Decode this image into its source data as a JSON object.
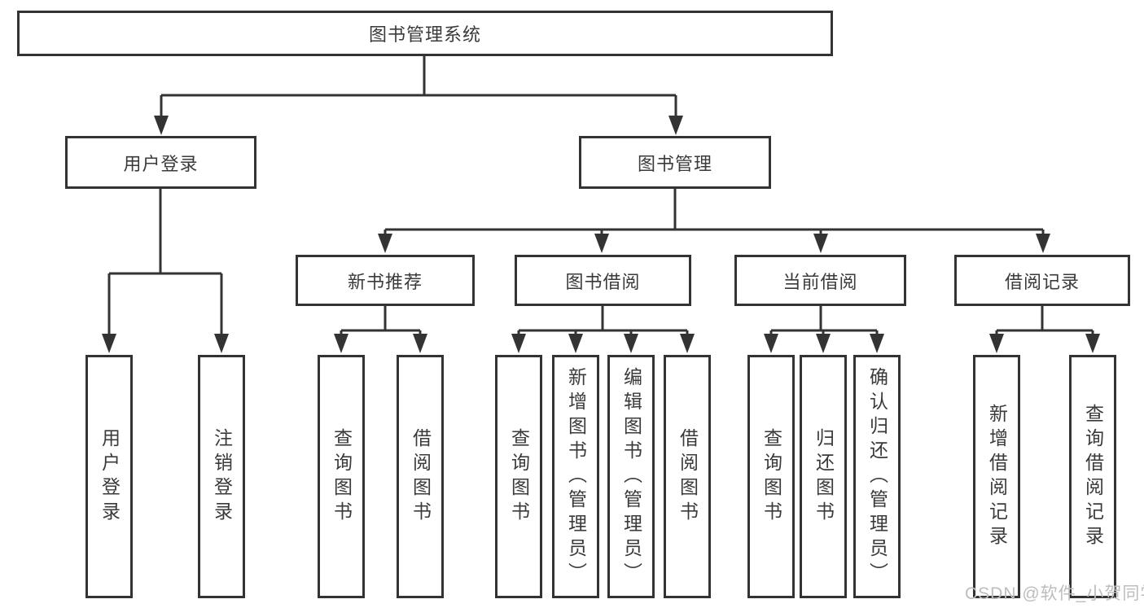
{
  "diagram_title": "图书管理系统",
  "colors": {
    "line": "#333333",
    "box_border": "#333333",
    "text": "#3a3a3a",
    "background": "#ffffff",
    "watermark": "#bdbdbd"
  },
  "watermark": "CSDN @软件_小贺同学",
  "nodes": {
    "root": {
      "label": "图书管理系统"
    },
    "user_login": {
      "label": "用户登录"
    },
    "book_mgmt": {
      "label": "图书管理"
    },
    "new_book_rec": {
      "label": "新书推荐"
    },
    "book_borrow": {
      "label": "图书借阅"
    },
    "current_borrow": {
      "label": "当前借阅"
    },
    "borrow_records": {
      "label": "借阅记录"
    },
    "leaf_user_login": {
      "label": "用户登录"
    },
    "leaf_logout": {
      "label": "注销登录"
    },
    "leaf_query_book_1": {
      "label": "查询图书"
    },
    "leaf_borrow_book_1": {
      "label": "借阅图书"
    },
    "leaf_query_book_2": {
      "label": "查询图书"
    },
    "leaf_add_book": {
      "label": "新增图书（管理员）"
    },
    "leaf_edit_book": {
      "label": "编辑图书（管理员）"
    },
    "leaf_borrow_book_2": {
      "label": "借阅图书"
    },
    "leaf_query_book_3": {
      "label": "查询图书"
    },
    "leaf_return_book": {
      "label": "归还图书"
    },
    "leaf_confirm_return": {
      "label": "确认归还（管理员）"
    },
    "leaf_add_record": {
      "label": "新增借阅记录"
    },
    "leaf_query_record": {
      "label": "查询借阅记录"
    }
  }
}
